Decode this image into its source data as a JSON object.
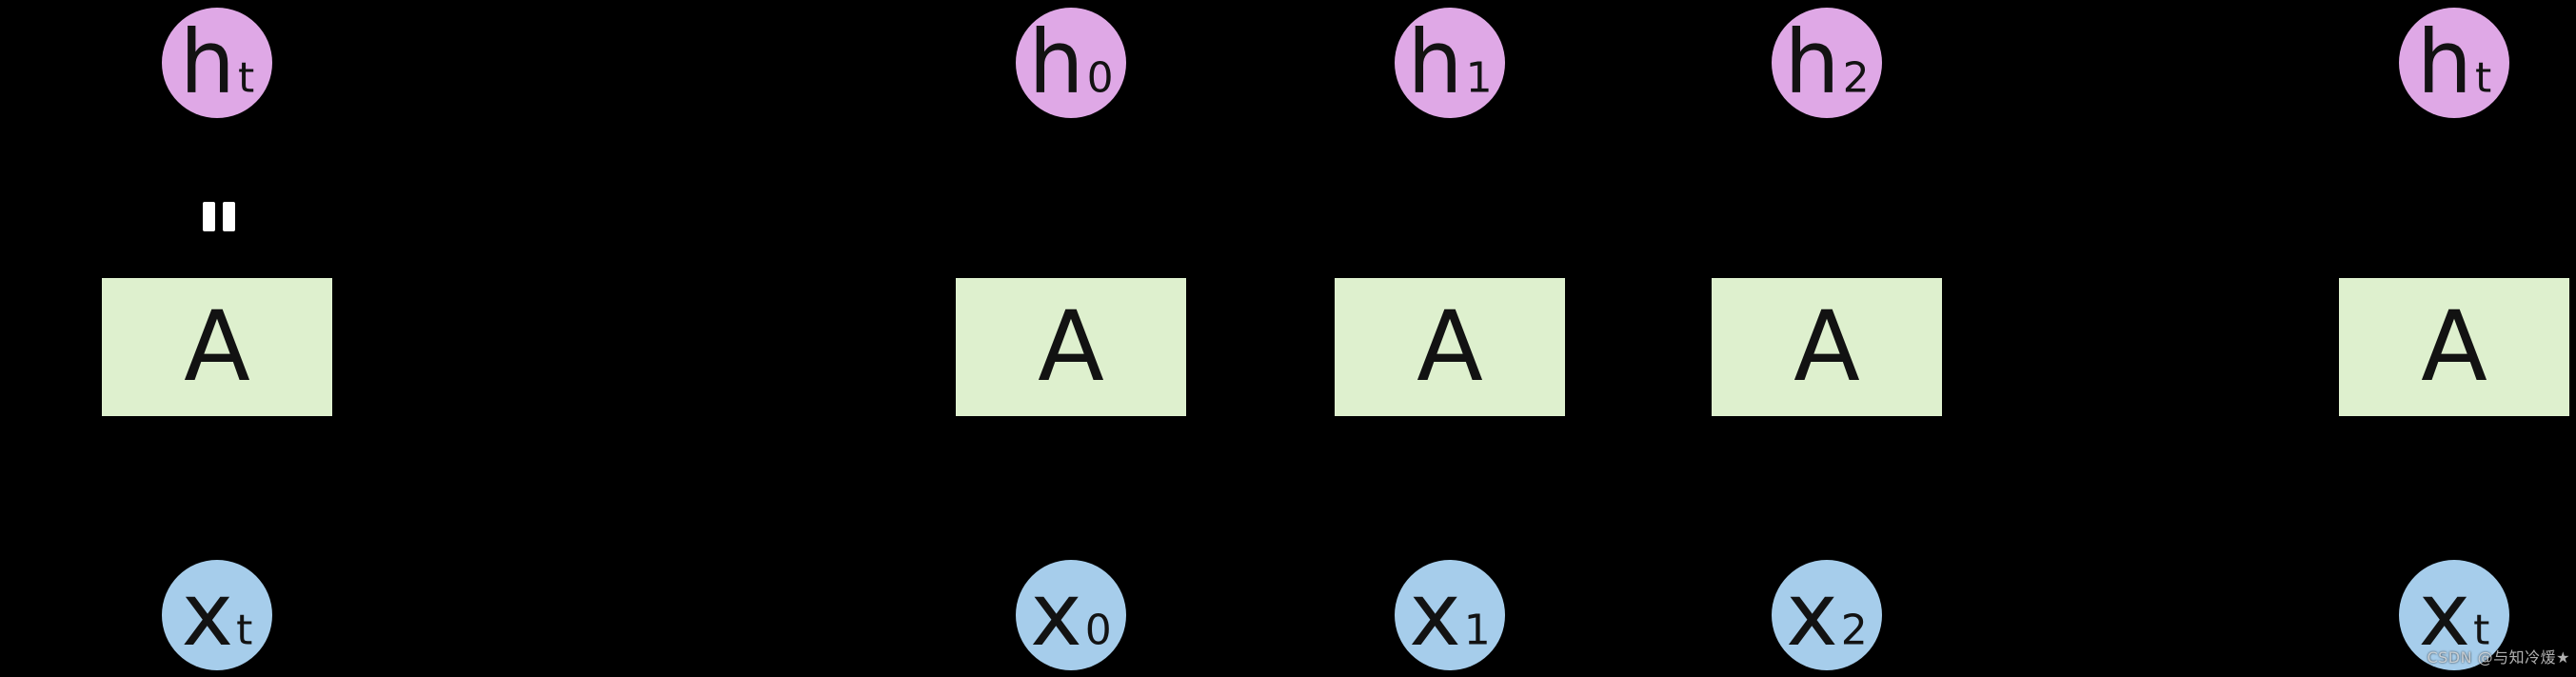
{
  "canvas": {
    "description": "Unrolled recurrent neural network diagram on black background"
  },
  "colors": {
    "canvas_bg": "#000000",
    "hidden_fill": "#dfa8e6",
    "input_fill": "#a6cdeb",
    "cell_fill": "#def0ce",
    "label_color": "#121212",
    "equals_color": "#ffffff",
    "watermark_color": "rgba(235,235,235,0.75)"
  },
  "icons": {
    "equals_mark": "rotated-equals-icon"
  },
  "rolled": {
    "hidden": {
      "base": "h",
      "sub": "t"
    },
    "cell": "A",
    "input": {
      "base": "x",
      "sub": "t"
    }
  },
  "unrolled": [
    {
      "hidden": {
        "base": "h",
        "sub": "0"
      },
      "cell": "A",
      "input": {
        "base": "x",
        "sub": "0"
      }
    },
    {
      "hidden": {
        "base": "h",
        "sub": "1"
      },
      "cell": "A",
      "input": {
        "base": "x",
        "sub": "1"
      }
    },
    {
      "hidden": {
        "base": "h",
        "sub": "2"
      },
      "cell": "A",
      "input": {
        "base": "x",
        "sub": "2"
      }
    },
    {
      "hidden": {
        "base": "h",
        "sub": "t"
      },
      "cell": "A",
      "input": {
        "base": "x",
        "sub": "t"
      }
    }
  ],
  "watermark": {
    "text": "CSDN @与知冷煖★"
  }
}
